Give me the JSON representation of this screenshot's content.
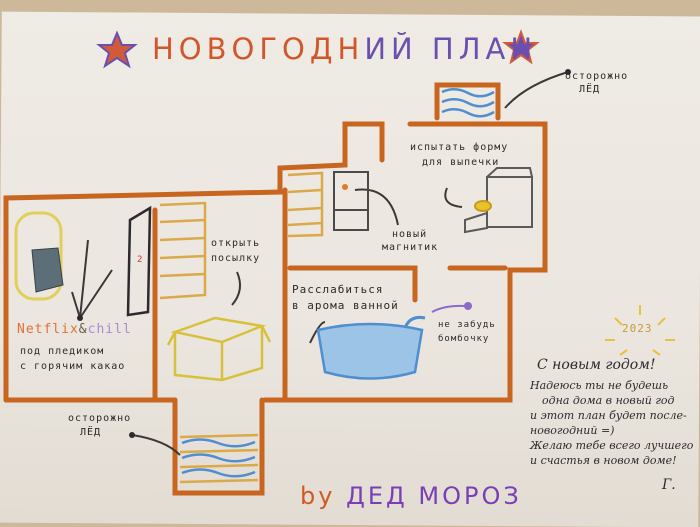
{
  "title": "НОВОГОДНИЙ ПЛАН",
  "labels": {
    "ice_top": [
      "осторожно",
      "ЛЁД"
    ],
    "baking": [
      "испытать форму",
      "для выпечки"
    ],
    "magnet": [
      "новый",
      "магнитик"
    ],
    "parcel": [
      "открыть",
      "посылку"
    ],
    "netflix": "Netflix",
    "amp": "&",
    "chill": "chill",
    "blanket": [
      "под пледиком",
      "с горячим какао"
    ],
    "bath": [
      "Расслабиться",
      "в арома ванной"
    ],
    "bomb": [
      "не забудь",
      "бомбочку"
    ],
    "ice_bottom": [
      "осторожно",
      "ЛЁД"
    ],
    "fridge_mark": "2"
  },
  "year": "2023",
  "note": {
    "heading": "С новым годом!",
    "lines": [
      "Надеюсь ты не будешь",
      "одна дома в новый год",
      "и этот план будет после-",
      "новогодний =)",
      "Желаю тебе всего лучшего",
      "и счастья в новом доме!"
    ],
    "initial": "Г."
  },
  "signature": {
    "by": "by",
    "name": "ДЕД МОРОЗ"
  },
  "colors": {
    "wall": "#c8651f",
    "stairs": "#d9a94a",
    "ice": "#4f8fd0",
    "title_orange": "#d2562a",
    "title_purple": "#6b4fb0",
    "box": "#d8c13a"
  }
}
